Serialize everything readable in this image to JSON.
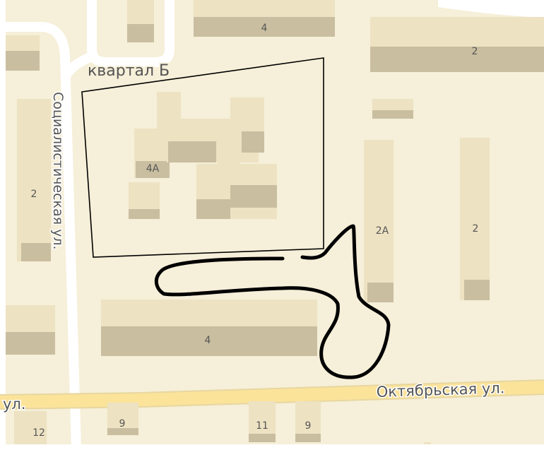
{
  "streets": {
    "socialist": "Социалистическая ул.",
    "october": "Октябрьская ул.",
    "october_left_fragment": "ул.",
    "quarter": "квартал Б"
  },
  "buildings": {
    "top_center": "4",
    "top_right": "2",
    "left_tall": "2",
    "block_4a": "4А",
    "mid_2a": "2А",
    "right_tall": "2",
    "bottom_long": "4",
    "bottom_12": "12",
    "bottom_9a": "9",
    "bottom_11": "11",
    "bottom_9b": "9"
  },
  "colors": {
    "land": "#f6efd9",
    "building_top": "#ede2c2",
    "building_side": "#c9bea0",
    "road_major": "#fbe39a",
    "road_minor": "#ffffff",
    "annotation": "#000000"
  }
}
